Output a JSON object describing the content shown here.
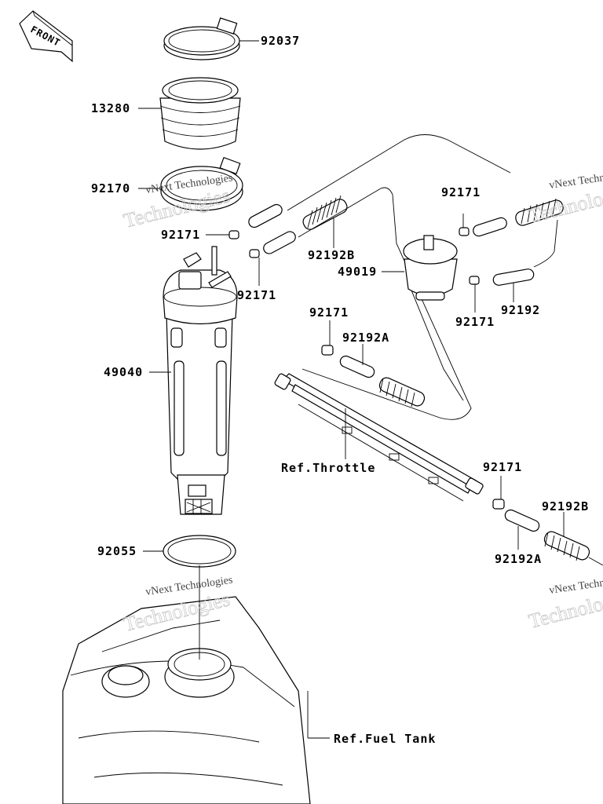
{
  "direction_arrow": {
    "label": "FRONT"
  },
  "callouts": [
    {
      "id": "p1",
      "label": "92037"
    },
    {
      "id": "p2",
      "label": "13280"
    },
    {
      "id": "p3",
      "label": "92170"
    },
    {
      "id": "p4",
      "label": "92171"
    },
    {
      "id": "p5",
      "label": "92192B"
    },
    {
      "id": "p6",
      "label": "92171"
    },
    {
      "id": "p7",
      "label": "92171"
    },
    {
      "id": "p8",
      "label": "49019"
    },
    {
      "id": "p9",
      "label": "92171"
    },
    {
      "id": "p10",
      "label": "92192"
    },
    {
      "id": "p11",
      "label": "92171"
    },
    {
      "id": "p12",
      "label": "92192A"
    },
    {
      "id": "p13",
      "label": "49040"
    },
    {
      "id": "p14",
      "label": "Ref.Throttle"
    },
    {
      "id": "p15",
      "label": "92171"
    },
    {
      "id": "p16",
      "label": "92192B"
    },
    {
      "id": "p17",
      "label": "92192A"
    },
    {
      "id": "p18",
      "label": "92055"
    },
    {
      "id": "p19",
      "label": "Ref.Fuel Tank"
    }
  ],
  "watermarks": [
    {
      "line1": "vNext Technologies",
      "line2": "Technologies"
    },
    {
      "line1": "vNext Technologies",
      "line2": "Technologies"
    },
    {
      "line1": "vNext Technologies",
      "line2": "Technologies"
    },
    {
      "line1": "vNext Technologies",
      "line2": "Technologies"
    }
  ]
}
